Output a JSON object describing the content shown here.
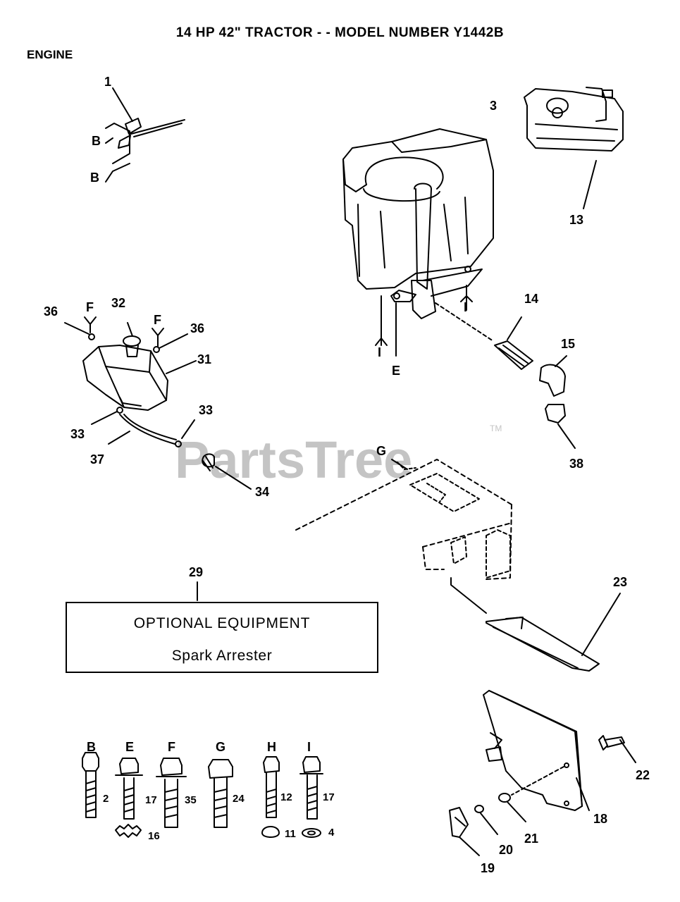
{
  "header": {
    "title": "14 HP 42\" TRACTOR - - MODEL NUMBER Y1442B",
    "section": "ENGINE"
  },
  "watermark": {
    "brand": "PartsTree",
    "trademark": "TM"
  },
  "optional_equipment": {
    "heading": "OPTIONAL EQUIPMENT",
    "item": "Spark Arrester",
    "ref": "29"
  },
  "callouts": {
    "c1": "1",
    "c3": "3",
    "c13": "13",
    "c14": "14",
    "c15": "15",
    "c38": "38",
    "c36a": "36",
    "c32": "32",
    "c36b": "36",
    "c31": "31",
    "c33a": "33",
    "c33b": "33",
    "c37": "37",
    "c34": "34",
    "c23": "23",
    "c18": "18",
    "c19": "19",
    "c20": "20",
    "c21": "21",
    "c22": "22"
  },
  "letters": {
    "b1": "B",
    "b2": "B",
    "f1": "F",
    "f2": "F",
    "i1": "I",
    "i2": "I",
    "e": "E",
    "g": "G"
  },
  "hardware": [
    {
      "letter": "B",
      "part": "2"
    },
    {
      "letter": "E",
      "part": "17",
      "washer": "16"
    },
    {
      "letter": "F",
      "part": "35"
    },
    {
      "letter": "G",
      "part": "24"
    },
    {
      "letter": "H",
      "part": "12",
      "washer": "11"
    },
    {
      "letter": "I",
      "part": "17",
      "washer": "4"
    }
  ]
}
